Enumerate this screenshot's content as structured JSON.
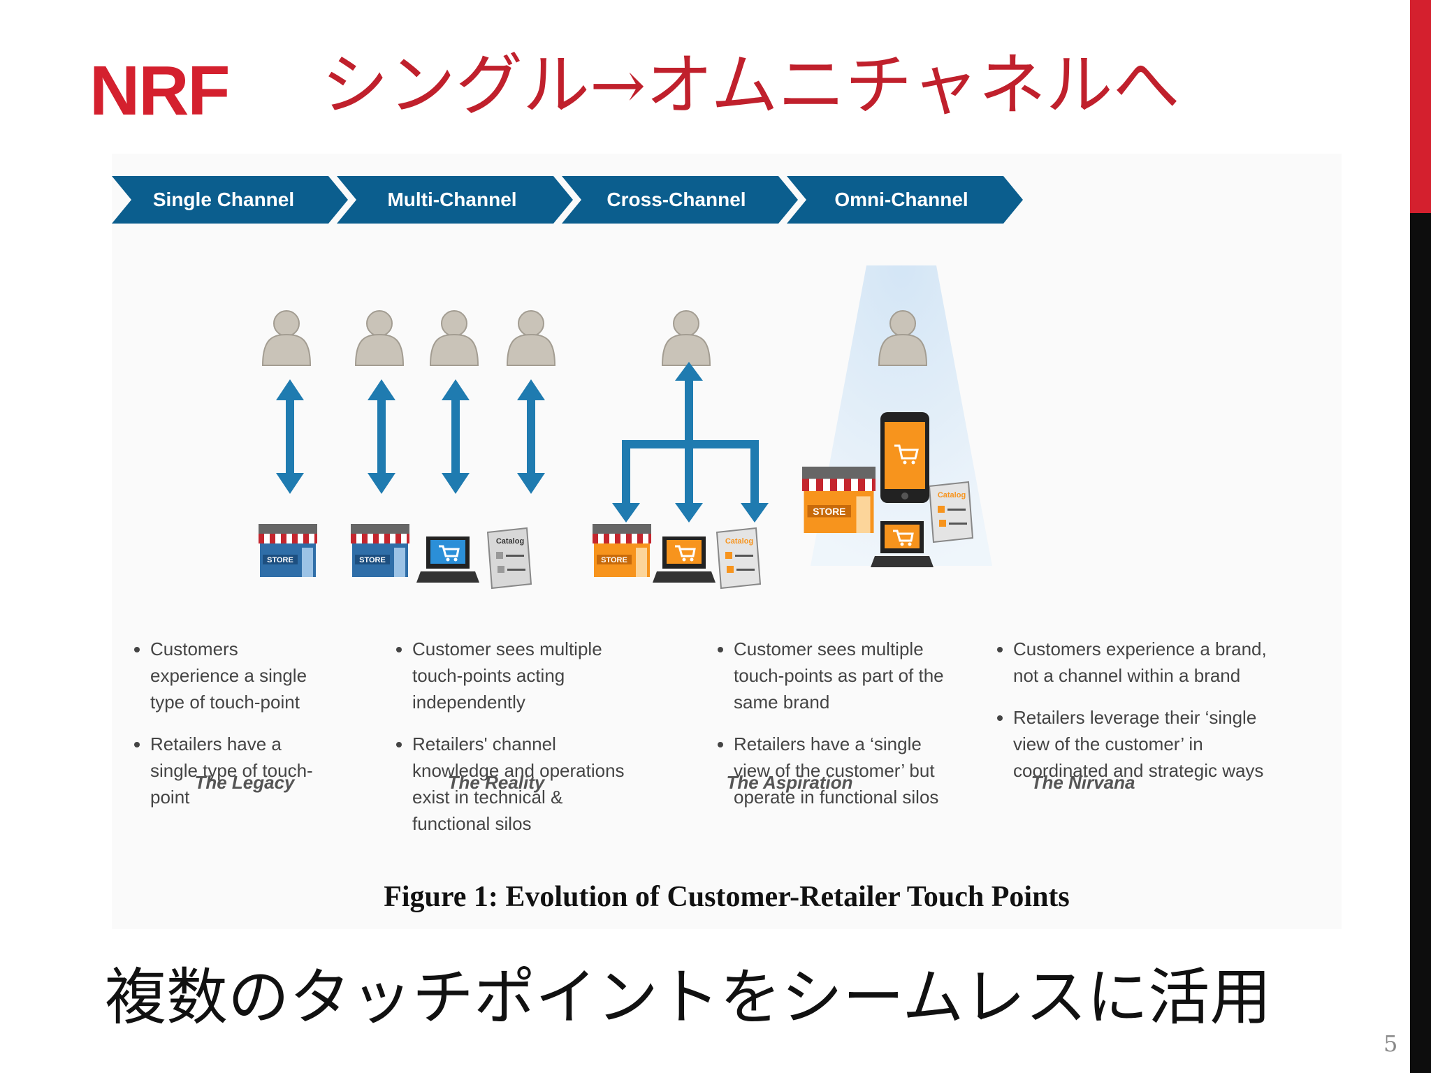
{
  "slide": {
    "brand": "NRF",
    "title": "シングル→オムニチャネルへ",
    "subtitle": "複数のタッチポイントをシームレスに活用",
    "page_number": "5",
    "colors": {
      "accent_red": "#d4202e",
      "banner_blue": "#0b5e8e",
      "arrow_blue": "#1f7bb0",
      "orange": "#f7941d"
    }
  },
  "figure": {
    "caption": "Figure 1: Evolution of Customer-Retailer Touch Points",
    "stages": [
      {
        "name": "Single Channel",
        "bullets": [
          "Customers experience a single type of touch-point",
          "Retailers have a single type of touch-point"
        ],
        "label": "The Legacy",
        "touchpoints": [
          "store-icon"
        ]
      },
      {
        "name": "Multi-Channel",
        "bullets": [
          "Customer sees multiple touch-points acting independently",
          "Retailers' channel knowledge and operations exist in technical & functional silos"
        ],
        "label": "The Reality",
        "touchpoints": [
          "store-icon",
          "computer-icon",
          "catalog-icon"
        ]
      },
      {
        "name": "Cross-Channel",
        "bullets": [
          "Customer sees multiple touch-points as part of the same brand",
          "Retailers have a ‘single view of the customer’ but  operate in functional silos"
        ],
        "label": "The Aspiration",
        "touchpoints": [
          "store-icon",
          "computer-icon",
          "catalog-icon"
        ]
      },
      {
        "name": "Omni-Channel",
        "bullets": [
          "Customers experience a brand, not a channel within a brand",
          "Retailers leverage their ‘single view of the customer’ in coordinated and strategic ways"
        ],
        "label": "The Nirvana",
        "touchpoints": [
          "store-icon",
          "smartphone-icon",
          "computer-icon",
          "catalog-icon"
        ]
      }
    ],
    "icon_text": {
      "store": "STORE",
      "catalog": "Catalog"
    }
  }
}
